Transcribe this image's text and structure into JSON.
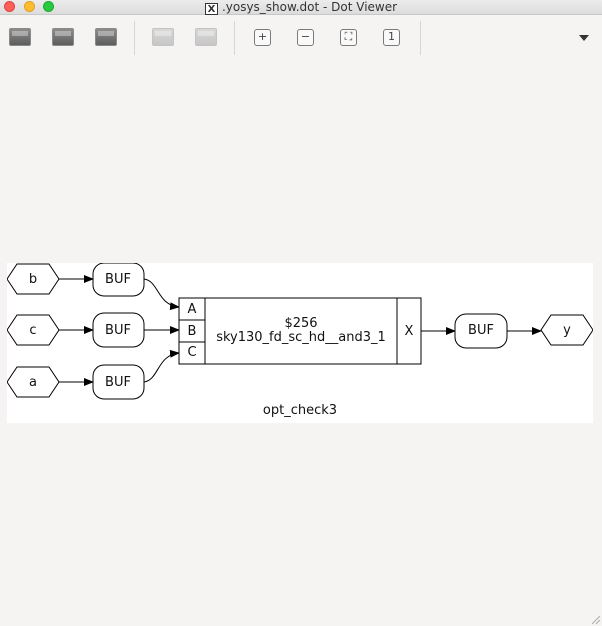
{
  "window": {
    "title": ".yosys_show.dot - Dot Viewer",
    "app_icon": "x11-icon"
  },
  "toolbar": {
    "buttons": [
      {
        "name": "open",
        "icon": "image-icon",
        "enabled": true
      },
      {
        "name": "save",
        "icon": "image-icon",
        "enabled": true
      },
      {
        "name": "print",
        "icon": "image-icon",
        "enabled": true
      },
      {
        "name": "back",
        "icon": "image-icon",
        "enabled": false
      },
      {
        "name": "forward",
        "icon": "image-icon",
        "enabled": false
      }
    ],
    "zoom_buttons": [
      {
        "name": "zoom-in",
        "glyph": "+"
      },
      {
        "name": "zoom-out",
        "glyph": "−"
      },
      {
        "name": "zoom-fit",
        "glyph": "⛶"
      },
      {
        "name": "zoom-100",
        "glyph": "1"
      }
    ],
    "menu_icon": "triangle-down-icon"
  },
  "graph": {
    "label": "opt_check3",
    "inputs": [
      "b",
      "c",
      "a"
    ],
    "input_buffers": [
      "BUF",
      "BUF",
      "BUF"
    ],
    "cell": {
      "id": "$256",
      "type": "sky130_fd_sc_hd__and3_1",
      "ports_in": [
        "A",
        "B",
        "C"
      ],
      "port_out": "X"
    },
    "output_buffer": "BUF",
    "output": "y"
  }
}
